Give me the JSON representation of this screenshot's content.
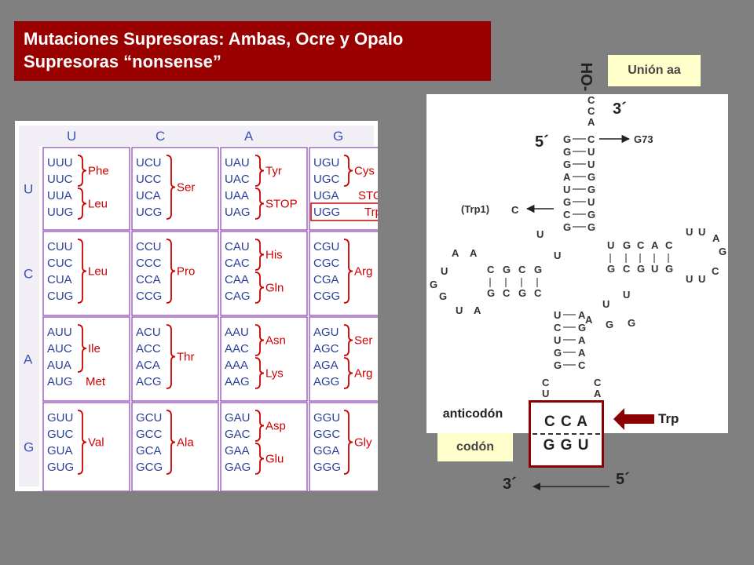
{
  "title": {
    "line1": "Mutaciones Supresoras: Ambas, Ocre y Opalo",
    "line2": "Supresoras “nonsense”"
  },
  "codon_table": {
    "bases": [
      "U",
      "C",
      "A",
      "G"
    ],
    "blocks": [
      [
        {
          "codons": [
            "UUU",
            "UUC",
            "UUA",
            "UUG"
          ],
          "groups": [
            {
              "label": "Phe",
              "span": [
                0,
                1
              ]
            },
            {
              "label": "Leu",
              "span": [
                2,
                3
              ]
            }
          ]
        },
        {
          "codons": [
            "UCU",
            "UCC",
            "UCA",
            "UCG"
          ],
          "groups": [
            {
              "label": "Ser",
              "span": [
                0,
                3
              ]
            }
          ]
        },
        {
          "codons": [
            "UAU",
            "UAC",
            "UAA",
            "UAG"
          ],
          "groups": [
            {
              "label": "Tyr",
              "span": [
                0,
                1
              ]
            },
            {
              "label": "STOP",
              "span": [
                2,
                3
              ]
            }
          ]
        },
        {
          "codons": [
            "UGU",
            "UGC",
            "UGA",
            "UGG"
          ],
          "groups": [
            {
              "label": "Cys",
              "span": [
                0,
                1
              ]
            },
            {
              "label": "STOP",
              "span": [
                2,
                2
              ],
              "plain": true
            },
            {
              "label": "Trp",
              "span": [
                3,
                3
              ],
              "plain": true
            }
          ]
        }
      ],
      [
        {
          "codons": [
            "CUU",
            "CUC",
            "CUA",
            "CUG"
          ],
          "groups": [
            {
              "label": "Leu",
              "span": [
                0,
                3
              ]
            }
          ]
        },
        {
          "codons": [
            "CCU",
            "CCC",
            "CCA",
            "CCG"
          ],
          "groups": [
            {
              "label": "Pro",
              "span": [
                0,
                3
              ]
            }
          ]
        },
        {
          "codons": [
            "CAU",
            "CAC",
            "CAA",
            "CAG"
          ],
          "groups": [
            {
              "label": "His",
              "span": [
                0,
                1
              ]
            },
            {
              "label": "Gln",
              "span": [
                2,
                3
              ]
            }
          ]
        },
        {
          "codons": [
            "CGU",
            "CGC",
            "CGA",
            "CGG"
          ],
          "groups": [
            {
              "label": "Arg",
              "span": [
                0,
                3
              ]
            }
          ]
        }
      ],
      [
        {
          "codons": [
            "AUU",
            "AUC",
            "AUA",
            "AUG"
          ],
          "groups": [
            {
              "label": "Ile",
              "span": [
                0,
                2
              ]
            },
            {
              "label": "Met",
              "span": [
                3,
                3
              ],
              "plain": true
            }
          ]
        },
        {
          "codons": [
            "ACU",
            "ACC",
            "ACA",
            "ACG"
          ],
          "groups": [
            {
              "label": "Thr",
              "span": [
                0,
                3
              ]
            }
          ]
        },
        {
          "codons": [
            "AAU",
            "AAC",
            "AAA",
            "AAG"
          ],
          "groups": [
            {
              "label": "Asn",
              "span": [
                0,
                1
              ]
            },
            {
              "label": "Lys",
              "span": [
                2,
                3
              ]
            }
          ]
        },
        {
          "codons": [
            "AGU",
            "AGC",
            "AGA",
            "AGG"
          ],
          "groups": [
            {
              "label": "Ser",
              "span": [
                0,
                1
              ]
            },
            {
              "label": "Arg",
              "span": [
                2,
                3
              ]
            }
          ]
        }
      ],
      [
        {
          "codons": [
            "GUU",
            "GUC",
            "GUA",
            "GUG"
          ],
          "groups": [
            {
              "label": "Val",
              "span": [
                0,
                3
              ]
            }
          ]
        },
        {
          "codons": [
            "GCU",
            "GCC",
            "GCA",
            "GCG"
          ],
          "groups": [
            {
              "label": "Ala",
              "span": [
                0,
                3
              ]
            }
          ]
        },
        {
          "codons": [
            "GAU",
            "GAC",
            "GAA",
            "GAG"
          ],
          "groups": [
            {
              "label": "Asp",
              "span": [
                0,
                1
              ]
            },
            {
              "label": "Glu",
              "span": [
                2,
                3
              ]
            }
          ]
        },
        {
          "codons": [
            "GGU",
            "GGC",
            "GGA",
            "GGG"
          ],
          "groups": [
            {
              "label": "Gly",
              "span": [
                0,
                3
              ]
            }
          ]
        }
      ]
    ],
    "highlight": "UGG Trp"
  },
  "trna": {
    "oh_label": "HO-",
    "union_label": "Unión aa",
    "three_prime_top": "3´",
    "five_prime_top": "5´",
    "g73_label": "G73",
    "trp1_label": "(Trp1)",
    "anticodon_label": "anticodón",
    "codon_label": "codón",
    "anticodon_seq": "C C A",
    "codon_seq": "G G U",
    "trp_label": "Trp",
    "three_prime_bottom": "3´",
    "five_prime_bottom": "5´",
    "acceptor_5": [
      "G",
      "G",
      "G",
      "A",
      "U",
      "G",
      "C",
      "G"
    ],
    "acceptor_3": [
      "A",
      "C",
      "C",
      "A",
      "C",
      "U",
      "U",
      "G",
      "G",
      "U",
      "G",
      "G"
    ],
    "d_loop_left": [
      "A",
      "A",
      "U",
      "G",
      "G",
      "U",
      "A"
    ],
    "d_stem_top": [
      "C",
      "G",
      "C",
      "G"
    ],
    "d_stem_bottom": [
      "G",
      "C",
      "G",
      "C"
    ],
    "t_stem_top": [
      "U",
      "G",
      "C",
      "A",
      "C"
    ],
    "t_stem_bottom": [
      "G",
      "C",
      "G",
      "U",
      "G"
    ],
    "t_loop": [
      "U",
      "U",
      "A",
      "G",
      "C",
      "U",
      "U"
    ],
    "variable": [
      "U",
      "U",
      "A",
      "G",
      "G"
    ],
    "anticodon_stem_left": [
      "U",
      "C",
      "U",
      "G",
      "G",
      "C"
    ],
    "anticodon_stem_right": [
      "A",
      "G",
      "A",
      "A",
      "C",
      "U"
    ],
    "anticodon_loop_extra": [
      "C",
      "U",
      "A",
      "A"
    ]
  },
  "colors": {
    "title_bg": "#990000",
    "arrow": "#8b0000",
    "box_outline": "#8b0000",
    "label_bg": "#ffffcc",
    "table_line": "#8a3fb5",
    "highlight": "#cc0000"
  }
}
